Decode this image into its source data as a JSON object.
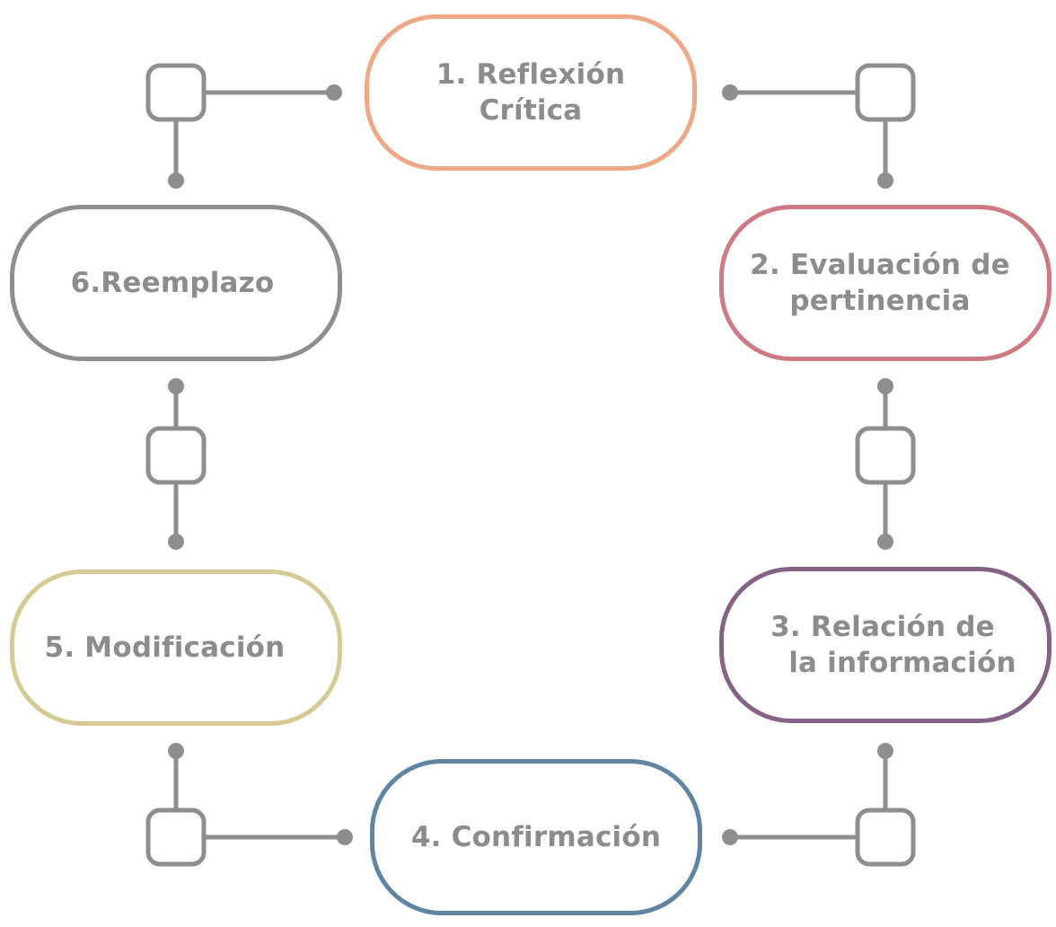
{
  "diagram": {
    "type": "cycle",
    "connector_color": "#8e8e8e",
    "steps": [
      {
        "label": "1. Reflexión\nCrítica",
        "color": "#eea888"
      },
      {
        "label": "2. Evaluación de\npertinencia",
        "color": "#cc7a84"
      },
      {
        "label": "3. Relación de\n    la información",
        "color": "#846284"
      },
      {
        "label": "4. Confirmación",
        "color": "#5f85a2"
      },
      {
        "label": "5. Modificación",
        "color": "#d6ca94"
      },
      {
        "label": "6.Reemplazo",
        "color": "#8e8e8e"
      }
    ]
  }
}
